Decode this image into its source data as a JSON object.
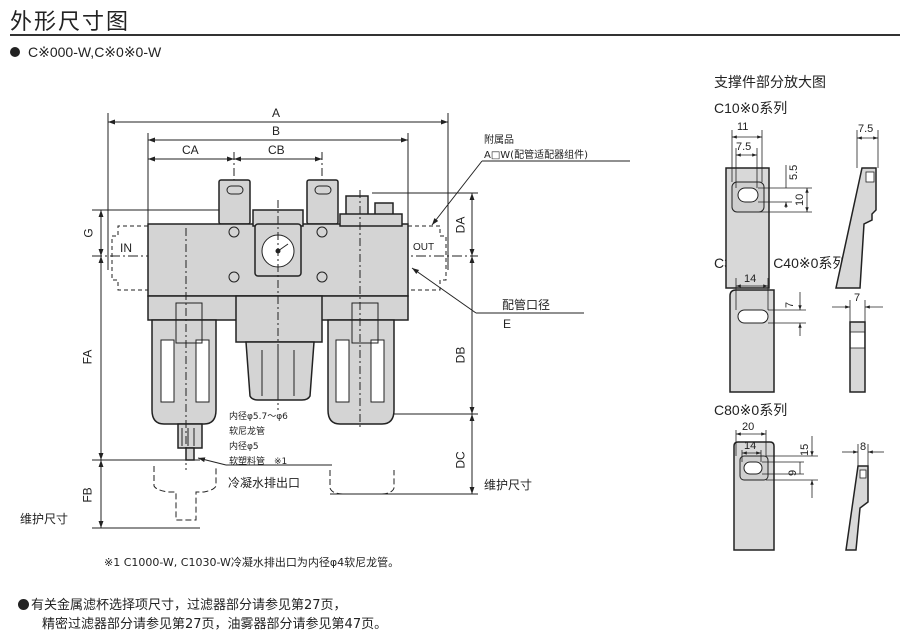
{
  "header": {
    "title": "外形尺寸图",
    "subtitle": "C※000-W,C※0※0-W"
  },
  "main_drawing": {
    "dim_labels": {
      "A": "A",
      "B": "B",
      "CA": "CA",
      "CB": "CB",
      "G": "G",
      "DA": "DA",
      "DB": "DB",
      "DC": "DC",
      "FA": "FA",
      "FB": "FB",
      "E": "E"
    },
    "port_in": "IN",
    "port_out": "OUT",
    "accessory_label": "附属品",
    "accessory_part": "A□W(配管适配器组件)",
    "port_size_label": "配管口径",
    "drain_tube_lines": [
      "内径φ5.7～φ6",
      "软尼龙管",
      "内径φ5",
      "软塑料管　※1"
    ],
    "drain_outlet_label": "冷凝水排出口",
    "maintenance_label_right": "维护尺寸",
    "maintenance_label_left": "维护尺寸"
  },
  "bracket_detail": {
    "title": "支撑件部分放大图",
    "series": [
      {
        "name": "C10※0系列",
        "dims": [
          "11",
          "7.5",
          "5.5",
          "10",
          "7.5"
        ]
      },
      {
        "name": "C30※0、C40※0系列",
        "dims": [
          "14",
          "7",
          "7"
        ]
      },
      {
        "name": "C80※0系列",
        "dims": [
          "20",
          "14",
          "15",
          "9",
          "8"
        ]
      }
    ]
  },
  "notes": {
    "footnote": "※1  C1000-W, C1030-W冷凝水排出口为内径φ4软尼龙管。",
    "bullet_line1": "有关金属滤杯选择项尺寸，过滤器部分请参见第27页，",
    "bullet_line2": "精密过滤器部分请参见第27页，油雾器部分请参见第47页。"
  },
  "colors": {
    "body_fill": "#d4d4d4",
    "line": "#222222",
    "text": "#222222"
  }
}
